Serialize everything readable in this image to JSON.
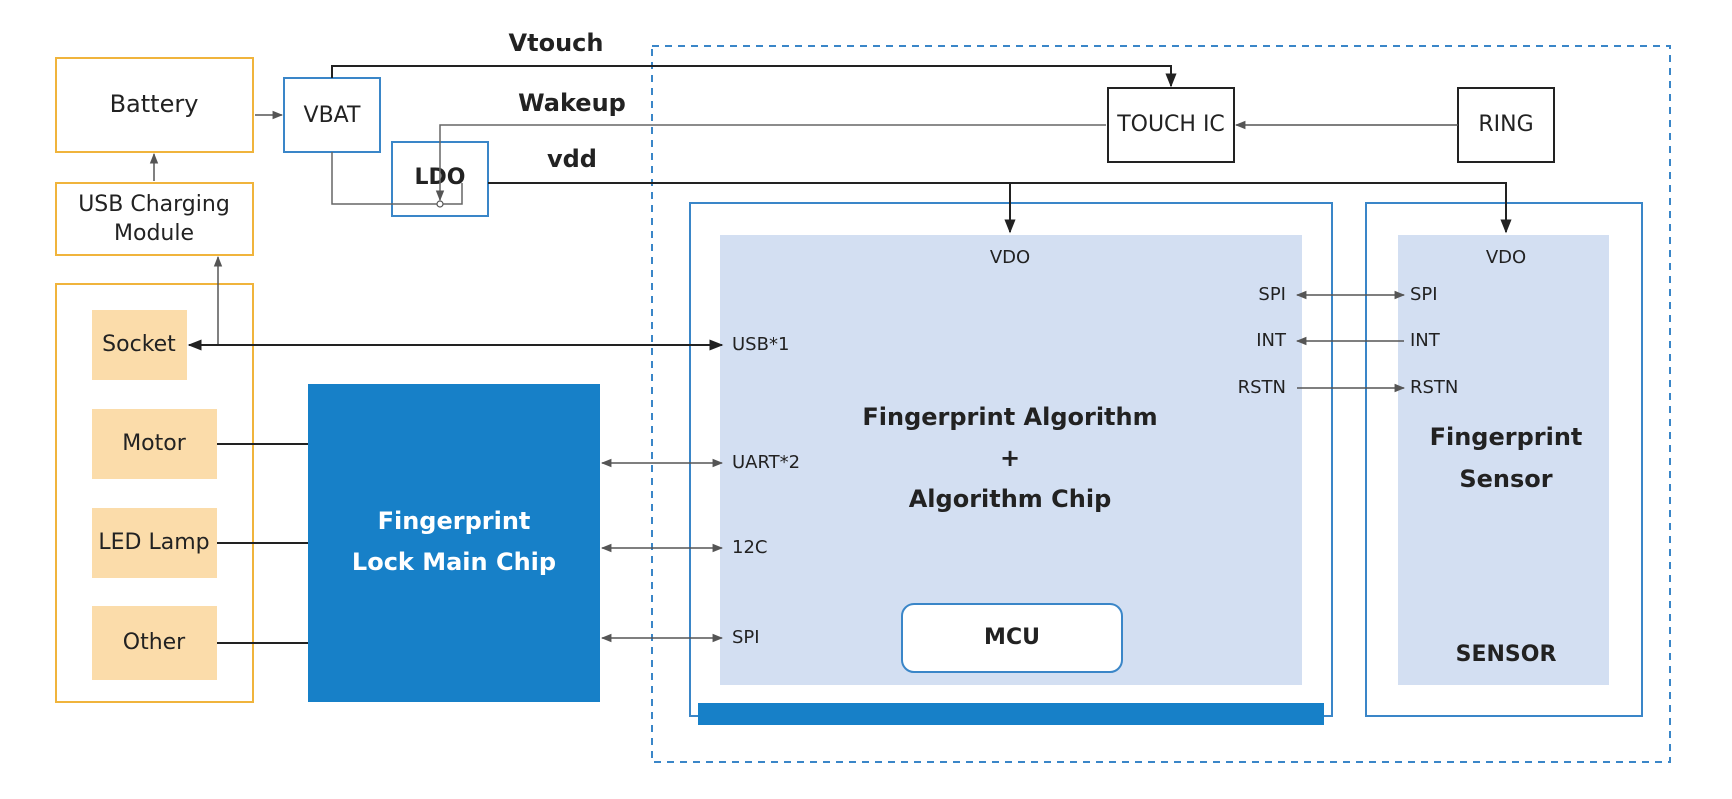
{
  "colors": {
    "orange_border": "#f0b43c",
    "orange_fill": "#fbdcaa",
    "blue_border": "#3a86c8",
    "light_blue_fill": "#d3dff2",
    "main_chip_blue": "#1780c8",
    "line_dark": "#222222",
    "line_gray": "#777777"
  },
  "power": {
    "battery": "Battery",
    "usb_charging_line1": "USB Charging",
    "usb_charging_line2": "Module",
    "vbat": "VBAT",
    "ldo": "LDO",
    "touch_ic": "TOUCH IC",
    "ring": "RING",
    "vtouch": "Vtouch",
    "wakeup": "Wakeup",
    "vdd": "vdd"
  },
  "peripherals": {
    "socket": "Socket",
    "motor": "Motor",
    "led_lamp": "LED Lamp",
    "other": "Other"
  },
  "main_chip": {
    "line1": "Fingerprint",
    "line2": "Lock Main Chip"
  },
  "algorithm_chip": {
    "vdo": "VDO",
    "usb": "USB*1",
    "uart": "UART*2",
    "i2c": "12C",
    "spi_left": "SPI",
    "spi_right": "SPI",
    "int": "INT",
    "rstn": "RSTN",
    "title_line1": "Fingerprint Algorithm",
    "title_line2": "+",
    "title_line3": "Algorithm Chip",
    "mcu": "MCU"
  },
  "sensor": {
    "vdo": "VDO",
    "spi": "SPI",
    "int": "INT",
    "rstn": "RSTN",
    "title_line1": "Fingerprint",
    "title_line2": "Sensor",
    "label": "SENSOR"
  }
}
